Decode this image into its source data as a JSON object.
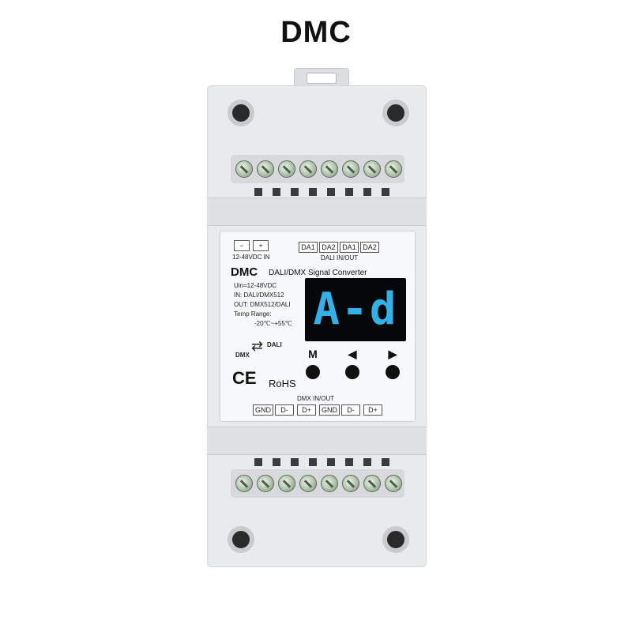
{
  "title": "DMC",
  "device": {
    "power_minus": "−",
    "power_plus": "+",
    "power_label": "12-48VDC IN",
    "dali_terminals": [
      "DA1",
      "DA2",
      "DA1",
      "DA2"
    ],
    "dali_label": "DALI IN/OUT",
    "model": "DMC",
    "model_desc": "DALI/DMX Signal Converter",
    "spec_lines": [
      "Uin=12-48VDC",
      "IN: DALI/DMX512",
      "OUT: DMX512/DALI",
      "Temp Range:",
      "-20℃~+55℃"
    ],
    "display_text": "A-d",
    "button_m": "M",
    "button_left": "◀",
    "button_right": "▶",
    "convert_dmx": "DMX",
    "convert_dali": "DALI",
    "ce_mark": "CE",
    "rohs_mark": "RoHS",
    "dmx_label": "DMX IN/OUT",
    "dmx_terminals": [
      "GND",
      "D-",
      "D+",
      "GND",
      "D-",
      "D+"
    ]
  },
  "colors": {
    "display_glow": "#35b0e6",
    "screw_green": "#9fb49a",
    "housing": "#e9eaec"
  }
}
